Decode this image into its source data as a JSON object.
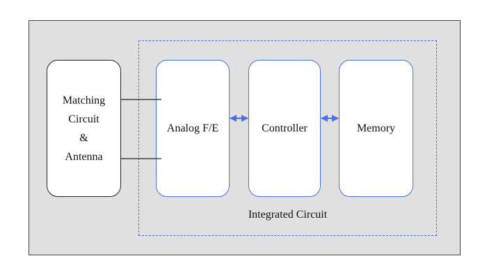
{
  "blocks": {
    "matching": {
      "lines": [
        "Matching",
        "Circuit",
        "&",
        "Antenna"
      ]
    },
    "analog": {
      "label": "Analog F/E"
    },
    "controller": {
      "label": "Controller"
    },
    "memory": {
      "label": "Memory"
    }
  },
  "integrated_circuit": {
    "label": "Integrated Circuit"
  },
  "colors": {
    "panel_background": "#e0e0e0",
    "ic_accent": "#4a6ef0",
    "outline": "#222222"
  }
}
